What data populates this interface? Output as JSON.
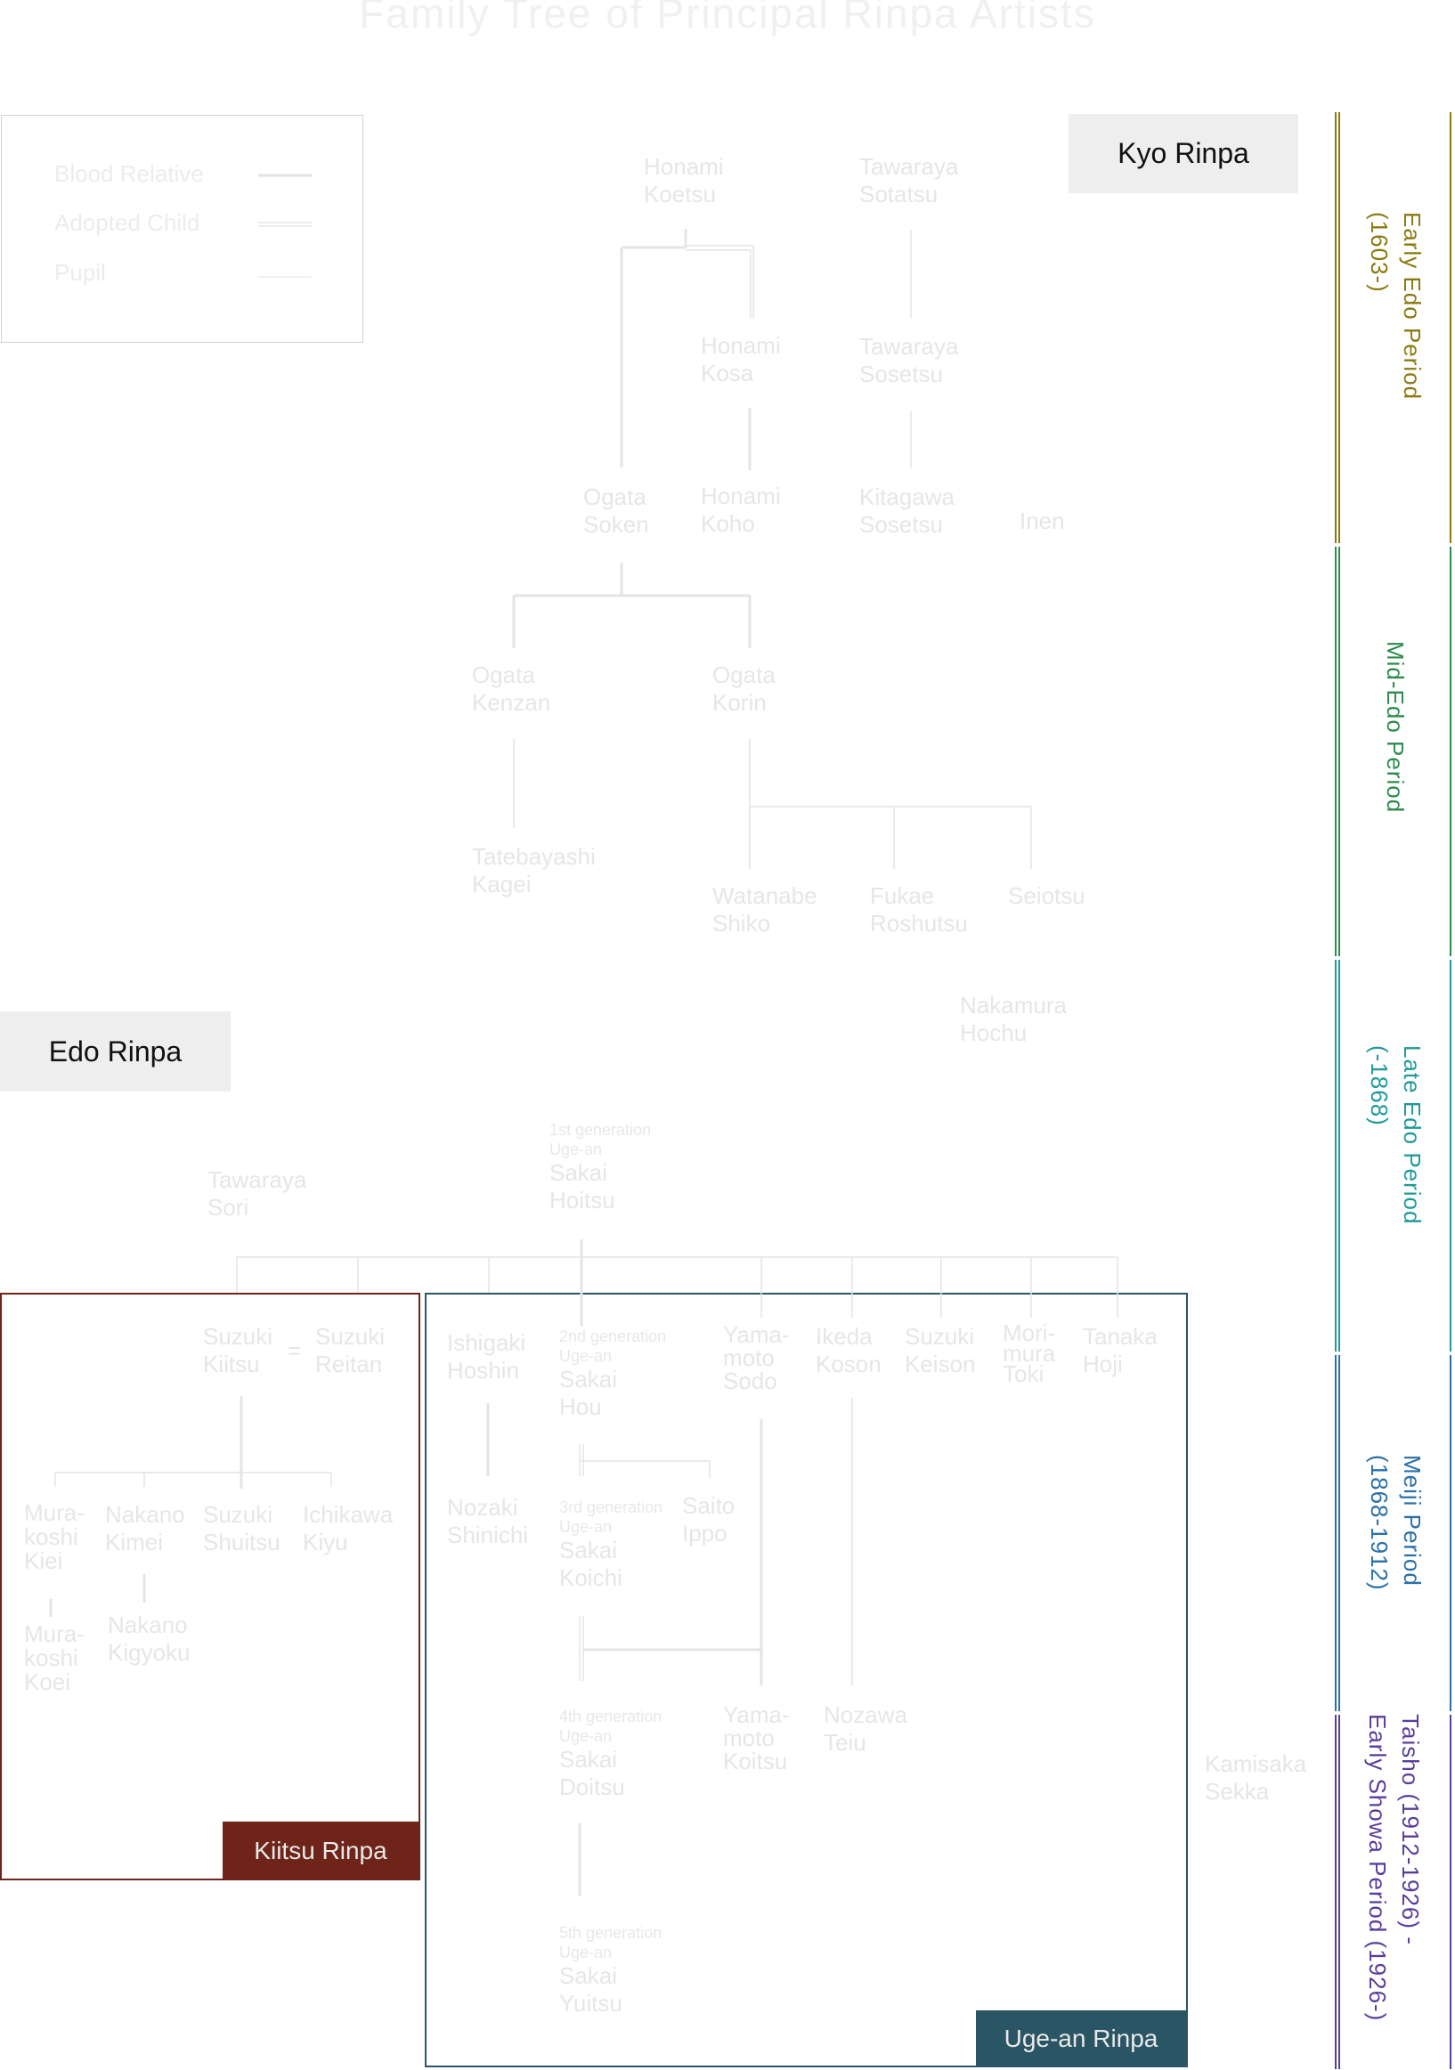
{
  "title": "Family Tree of Principal Rinpa Artists",
  "legend": {
    "items": [
      {
        "label": "Blood Relative",
        "style": "solid"
      },
      {
        "label": "Adopted Child",
        "style": "double"
      },
      {
        "label": "Pupil",
        "style": "thin"
      }
    ]
  },
  "schools": {
    "kyo": "Kyo Rinpa",
    "edo": "Edo Rinpa",
    "kiitsu": "Kiitsu Rinpa",
    "ugean": "Uge-an Rinpa"
  },
  "colors": {
    "kiitsu_accent": "#6e2419",
    "ugean_accent": "#2a5565",
    "early_edo": "#8a7a10",
    "mid_edo": "#2e8b4e",
    "late_edo": "#1f9a9a",
    "meiji": "#2a70a8",
    "taisho_showa": "#5a3d9a"
  },
  "periods": [
    {
      "label": "Early Edo Period\n(1603-)",
      "color": "#8a7a10"
    },
    {
      "label": "Mid-Edo Period",
      "color": "#2e8b4e"
    },
    {
      "label": "Late Edo Period\n(-1868)",
      "color": "#1f9a9a"
    },
    {
      "label": "Meiji Period\n(1868-1912)",
      "color": "#2a70a8"
    },
    {
      "label": "Taisho (1912-1926) -\nEarly Showa Period (1926-)",
      "color": "#5a3d9a"
    }
  ],
  "people": {
    "honami_koetsu": "Honami\nKoetsu",
    "tawaraya_sotatsu": "Tawaraya\nSotatsu",
    "honami_kosa": "Honami\nKosa",
    "tawaraya_sosetsu": "Tawaraya\nSosetsu",
    "ogata_soken": "Ogata\nSoken",
    "honami_koho": "Honami\nKoho",
    "kitagawa_sosetsu": "Kitagawa\nSosetsu",
    "inen": "Inen",
    "ogata_kenzan": "Ogata\nKenzan",
    "ogata_korin": "Ogata\nKorin",
    "tatebayashi_kagei": "Tatebayashi\nKagei",
    "watanabe_shiko": "Watanabe\nShiko",
    "fukae_roshutsu": "Fukae\nRoshutsu",
    "seiotsu": "Seiotsu",
    "nakamura_hochu": "Nakamura\nHochu",
    "tawaraya_sori": "Tawaraya\nSori",
    "sakai_hoitsu": {
      "gen": "1st generation\nUge-an",
      "name": "Sakai\nHoitsu"
    },
    "suzuki_kiitsu": "Suzuki\nKiitsu",
    "equals": "=",
    "suzuki_reitan": "Suzuki\nReitan",
    "ishigaki_hoshin": "Ishigaki\nHoshin",
    "sakai_hou": {
      "gen": "2nd generation\nUge-an",
      "name": "Sakai\nHou"
    },
    "yamamoto_sodo": "Yama-\nmoto\nSodo",
    "ikeda_koson": "Ikeda\nKoson",
    "suzuki_keison": "Suzuki\nKeison",
    "morimura_toki": "Mori-\nmura\nToki",
    "tanaka_hoji": "Tanaka\nHoji",
    "murakoshi_kiei": "Mura-\nkoshi\nKiei",
    "nakano_kimei": "Nakano\nKimei",
    "suzuki_shuitsu": "Suzuki\nShuitsu",
    "ichikawa_kiyu": "Ichikawa\nKiyu",
    "nozaki_shinichi": "Nozaki\nShinichi",
    "sakai_koichi": {
      "gen": "3rd generation\nUge-an",
      "name": "Sakai\nKoichi"
    },
    "saito_ippo": "Saito\nIppo",
    "murakoshi_koei": "Mura-\nkoshi\nKoei",
    "nakano_kigyoku": "Nakano\nKigyoku",
    "sakai_doitsu": {
      "gen": "4th generation\nUge-an",
      "name": "Sakai\nDoitsu"
    },
    "yamamoto_koitsu": "Yama-\nmoto\nKoitsu",
    "nozawa_teiu": "Nozawa\nTeiu",
    "kamisaka_sekka": "Kamisaka\nSekka",
    "sakai_yuitsu": {
      "gen": "5th generation\nUge-an",
      "name": "Sakai\nYuitsu"
    }
  }
}
